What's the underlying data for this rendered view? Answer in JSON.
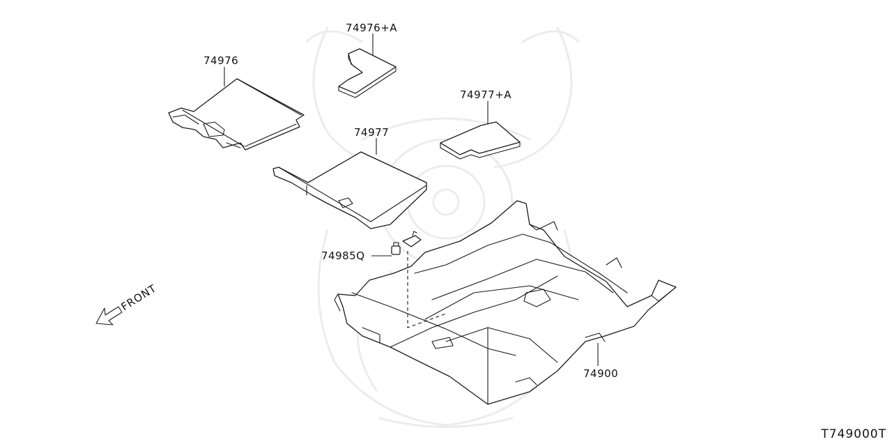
{
  "parts": [
    {
      "id": "rear_mat",
      "label": "74976"
    },
    {
      "id": "rear_mat_alt",
      "label": "74976+A"
    },
    {
      "id": "front_mat",
      "label": "74977"
    },
    {
      "id": "front_mat_alt",
      "label": "74977+A"
    },
    {
      "id": "clip",
      "label": "74985Q"
    },
    {
      "id": "floor_carpet",
      "label": "74900"
    }
  ],
  "front_indicator": {
    "label": "FRONT",
    "icon": "front-arrow-icon"
  },
  "diagram_code": "T749000T",
  "colors": {
    "line": "#1a1a1a",
    "watermark": "#ececec",
    "background": "#ffffff"
  }
}
